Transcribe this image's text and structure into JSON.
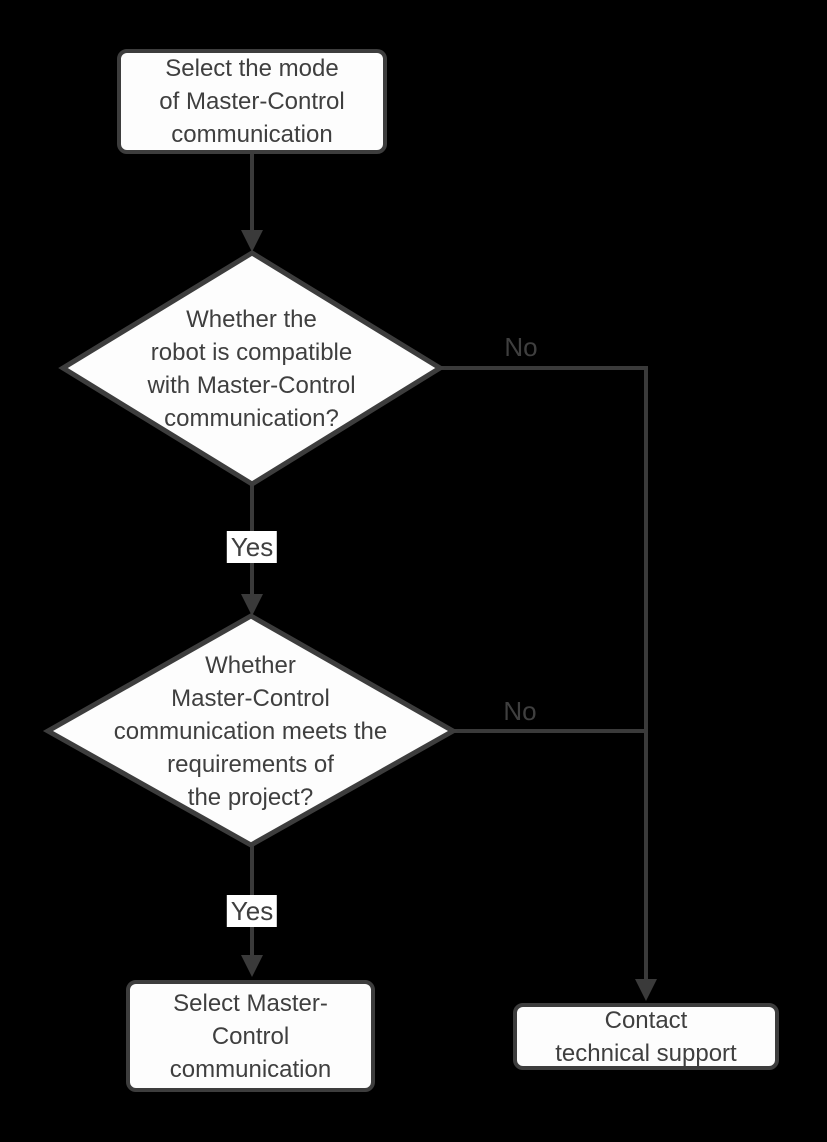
{
  "theme": {
    "background": "#000000",
    "line": "#3a3a3a",
    "node-border": "#3d3d3d",
    "node-fill": "#fdfdfd",
    "text": "#3f3f3f",
    "label-bg": "#ffffff"
  },
  "flowchart": {
    "nodes": {
      "start": {
        "shape": "process",
        "label": "Select the mode\nof Master-Control\ncommunication"
      },
      "decision_compatible": {
        "shape": "decision",
        "label": "Whether the\nrobot is compatible\nwith Master-Control\ncommunication?"
      },
      "decision_requirements": {
        "shape": "decision",
        "label": "Whether\nMaster-Control\ncommunication meets the\nrequirements of\nthe project?"
      },
      "select_master_control": {
        "shape": "process",
        "label": "Select Master-\nControl\ncommunication"
      },
      "contact_support": {
        "shape": "process",
        "label": "Contact\ntechnical support"
      }
    },
    "edge_labels": {
      "compatible_no": "No",
      "compatible_yes": "Yes",
      "requirements_no": "No",
      "requirements_yes": "Yes"
    }
  }
}
